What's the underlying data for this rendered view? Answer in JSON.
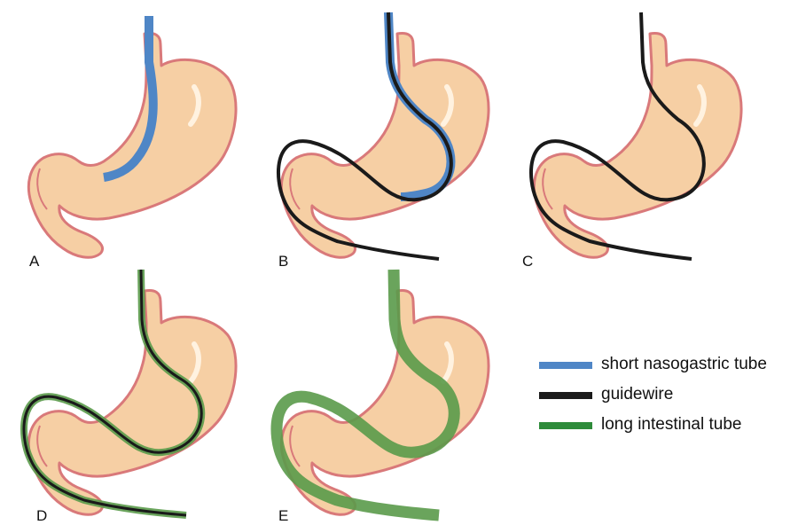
{
  "panels": [
    {
      "label": "A",
      "tubes": [
        "short"
      ]
    },
    {
      "label": "B",
      "tubes": [
        "short",
        "guidewire"
      ]
    },
    {
      "label": "C",
      "tubes": [
        "guidewire"
      ]
    },
    {
      "label": "D",
      "tubes": [
        "long",
        "guidewire"
      ]
    },
    {
      "label": "E",
      "tubes": [
        "long"
      ]
    }
  ],
  "legend": [
    {
      "key": "short",
      "label": "short nasogastric tube",
      "color": "#4f86c6"
    },
    {
      "key": "guidewire",
      "label": "guidewire",
      "color": "#1a1a1a"
    },
    {
      "key": "long",
      "label": "long intestinal tube",
      "color": "#2e8b3a"
    }
  ],
  "colors": {
    "stomach_fill": "#f6cfa4",
    "stomach_outline": "#d9797a",
    "highlight": "#fff2e0",
    "long_tube": "#5a9a4a"
  }
}
